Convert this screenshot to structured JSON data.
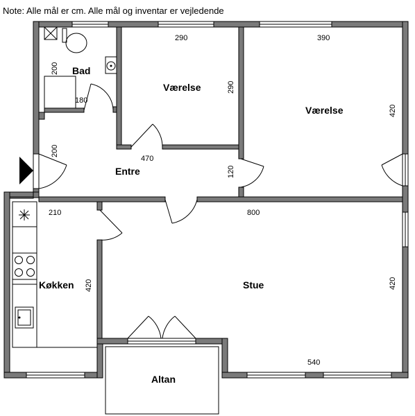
{
  "note": "Note: Alle mål er cm. Alle mål og inventar er vejledende",
  "rooms": {
    "bad": "Bad",
    "vaerelse_small": "Værelse",
    "vaerelse_large": "Værelse",
    "entre": "Entre",
    "koekken": "Køkken",
    "stue": "Stue",
    "altan": "Altan"
  },
  "dimensions": {
    "bad_height": "200",
    "bad_width": "180",
    "vaerelse_small_width": "290",
    "vaerelse_small_height": "290",
    "vaerelse_large_width": "390",
    "vaerelse_large_height": "420",
    "entre_height": "200",
    "entre_width": "470",
    "entre_passage": "120",
    "koekken_width": "210",
    "koekken_height": "420",
    "stue_width_top": "800",
    "stue_height": "420",
    "stue_width_bottom": "540"
  }
}
